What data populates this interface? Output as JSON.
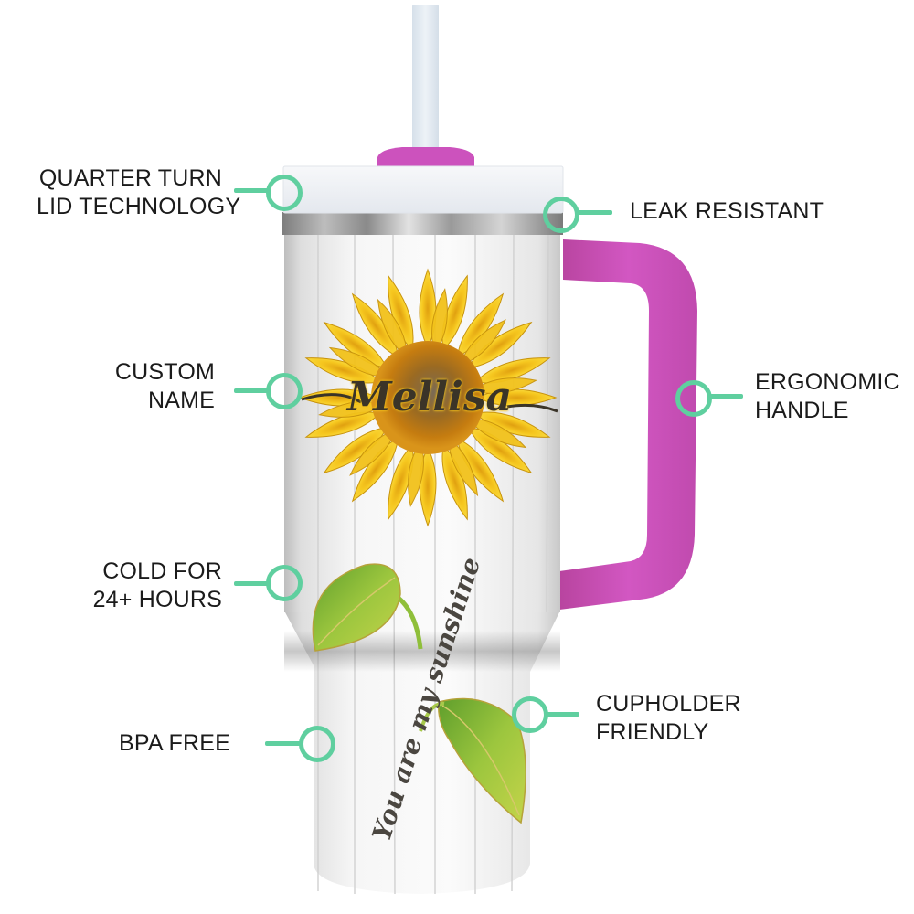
{
  "product": {
    "name_on_cup": "Mellisa",
    "script_text": "You are my sunshine",
    "accent_colors": {
      "handle": "#c94fb8",
      "lid": "#eef1f5",
      "straw": "#dfe7ef",
      "callout": "#5fcf9f",
      "sunflower": "#f2c21b",
      "leaf": "#8fbf3a"
    }
  },
  "callouts": [
    {
      "id": "quarter-turn-lid",
      "lines": [
        "QUARTER TURN",
        "LID TECHNOLOGY"
      ],
      "side": "left"
    },
    {
      "id": "leak-resistant",
      "lines": [
        "LEAK RESISTANT"
      ],
      "side": "right"
    },
    {
      "id": "custom-name",
      "lines": [
        "CUSTOM",
        "NAME"
      ],
      "side": "left"
    },
    {
      "id": "ergonomic-handle",
      "lines": [
        "ERGONOMIC",
        "HANDLE"
      ],
      "side": "right"
    },
    {
      "id": "cold-24-hours",
      "lines": [
        "COLD FOR",
        "24+ HOURS"
      ],
      "side": "left"
    },
    {
      "id": "cupholder-friendly",
      "lines": [
        "CUPHOLDER",
        "FRIENDLY"
      ],
      "side": "right"
    },
    {
      "id": "bpa-free",
      "lines": [
        "BPA FREE"
      ],
      "side": "left"
    }
  ]
}
